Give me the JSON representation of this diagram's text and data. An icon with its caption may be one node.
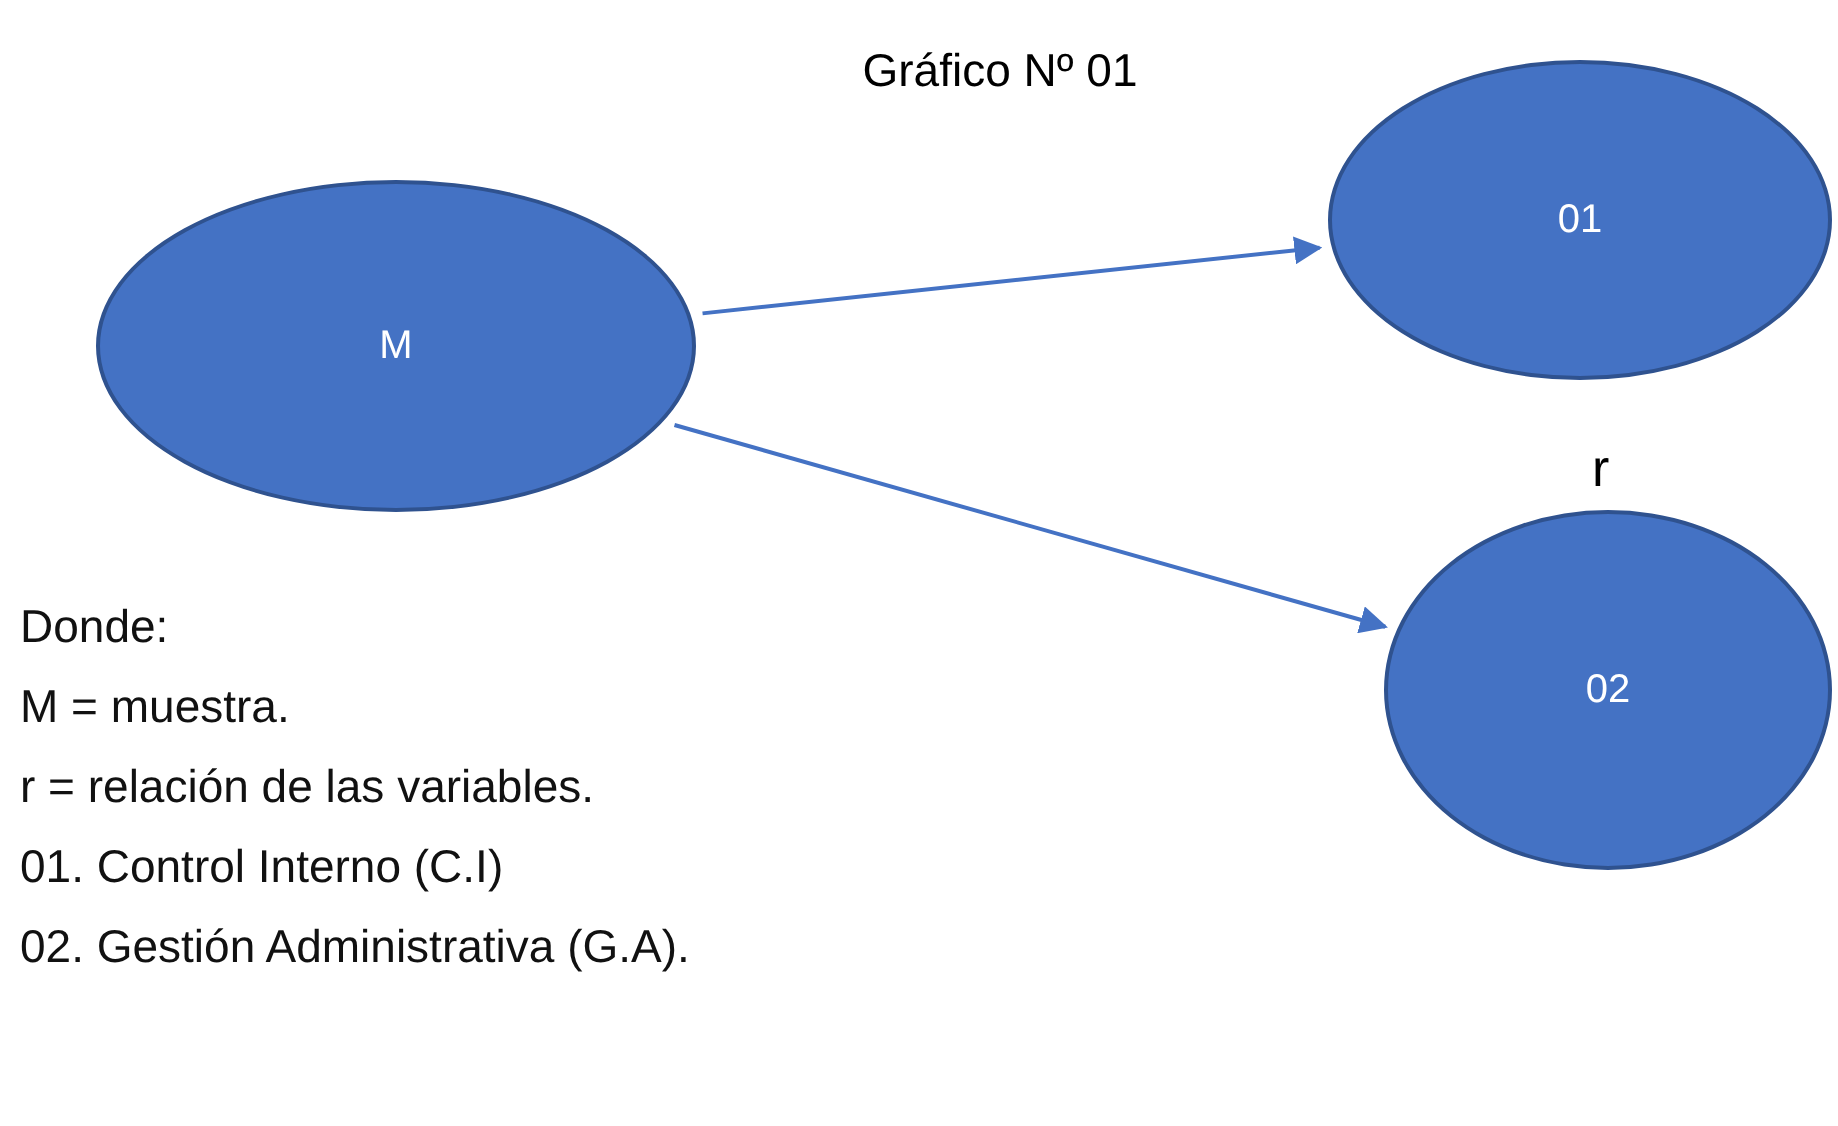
{
  "diagram": {
    "title": "Gráfico Nº 01",
    "nodes": [
      {
        "text": [
          "M"
        ]
      },
      {
        "text": [
          "01"
        ]
      },
      {
        "text": [
          "02"
        ],
        "beside": [
          "r"
        ]
      }
    ],
    "edges": [
      {
        "from": 0,
        "to": 1,
        "arrow": "to"
      },
      {
        "from": 0,
        "to": 2,
        "arrow": "to"
      }
    ],
    "labels": [
      "Donde:",
      "M = muestra.",
      "r = relación de las variables.",
      "01. Control Interno (C.I)",
      "02. Gestión Administrativa (G.A)."
    ]
  }
}
